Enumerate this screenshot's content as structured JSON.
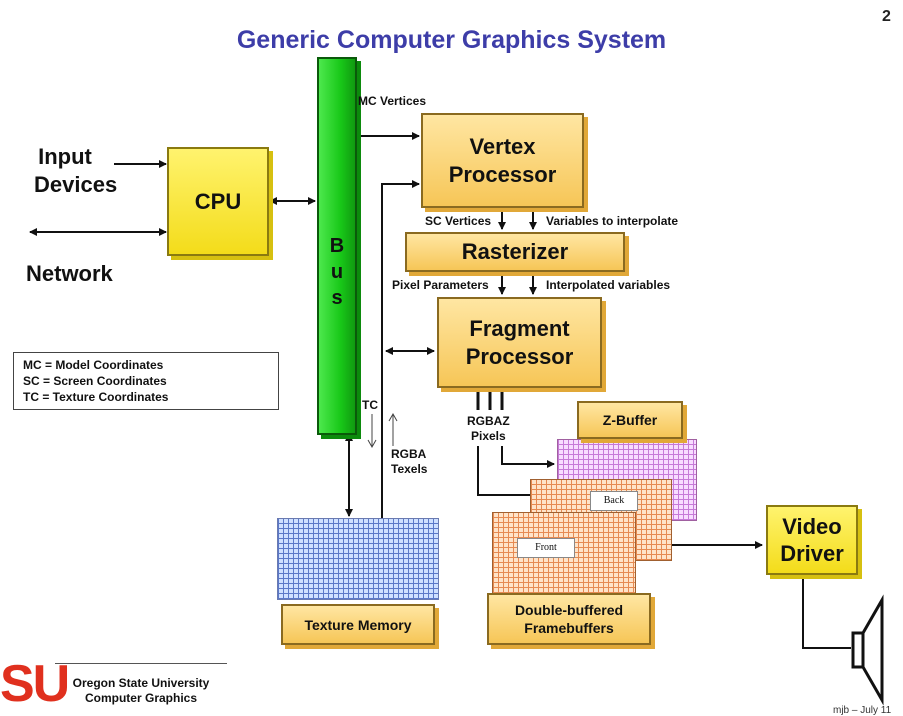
{
  "page": {
    "number": "2",
    "title": "Generic Computer Graphics System"
  },
  "left": {
    "input_devices": [
      "Input",
      "Devices"
    ],
    "network": "Network"
  },
  "cpu": {
    "label": "CPU"
  },
  "bus": {
    "letters": [
      "B",
      "u",
      "s"
    ]
  },
  "legend": {
    "lines": [
      "MC = Model Coordinates",
      "SC = Screen Coordinates",
      "TC = Texture Coordinates"
    ]
  },
  "pipeline": {
    "mc_vertices": "MC Vertices",
    "vertex_processor": [
      "Vertex",
      "Processor"
    ],
    "sc_vertices": "SC Vertices",
    "vars_to_interpolate": "Variables to interpolate",
    "rasterizer": "Rasterizer",
    "pixel_parameters": "Pixel Parameters",
    "interpolated_variables": "Interpolated variables",
    "fragment_processor": [
      "Fragment",
      "Processor"
    ],
    "tc": "TC",
    "rgba_texels": [
      "RGBA",
      "Texels"
    ],
    "rgbaz_pixels": [
      "RGBAZ",
      "Pixels"
    ]
  },
  "buffers": {
    "z_buffer": "Z-Buffer",
    "back": "Back",
    "front": "Front",
    "double_buffered": [
      "Double-buffered",
      "Framebuffers"
    ]
  },
  "texture_memory": {
    "label": "Texture Memory"
  },
  "video_driver": {
    "label": [
      "Video",
      "Driver"
    ]
  },
  "footer": {
    "logo": "SU",
    "institution": [
      "Oregon State University",
      "Computer Graphics"
    ],
    "tag": "mjb – July 11"
  }
}
